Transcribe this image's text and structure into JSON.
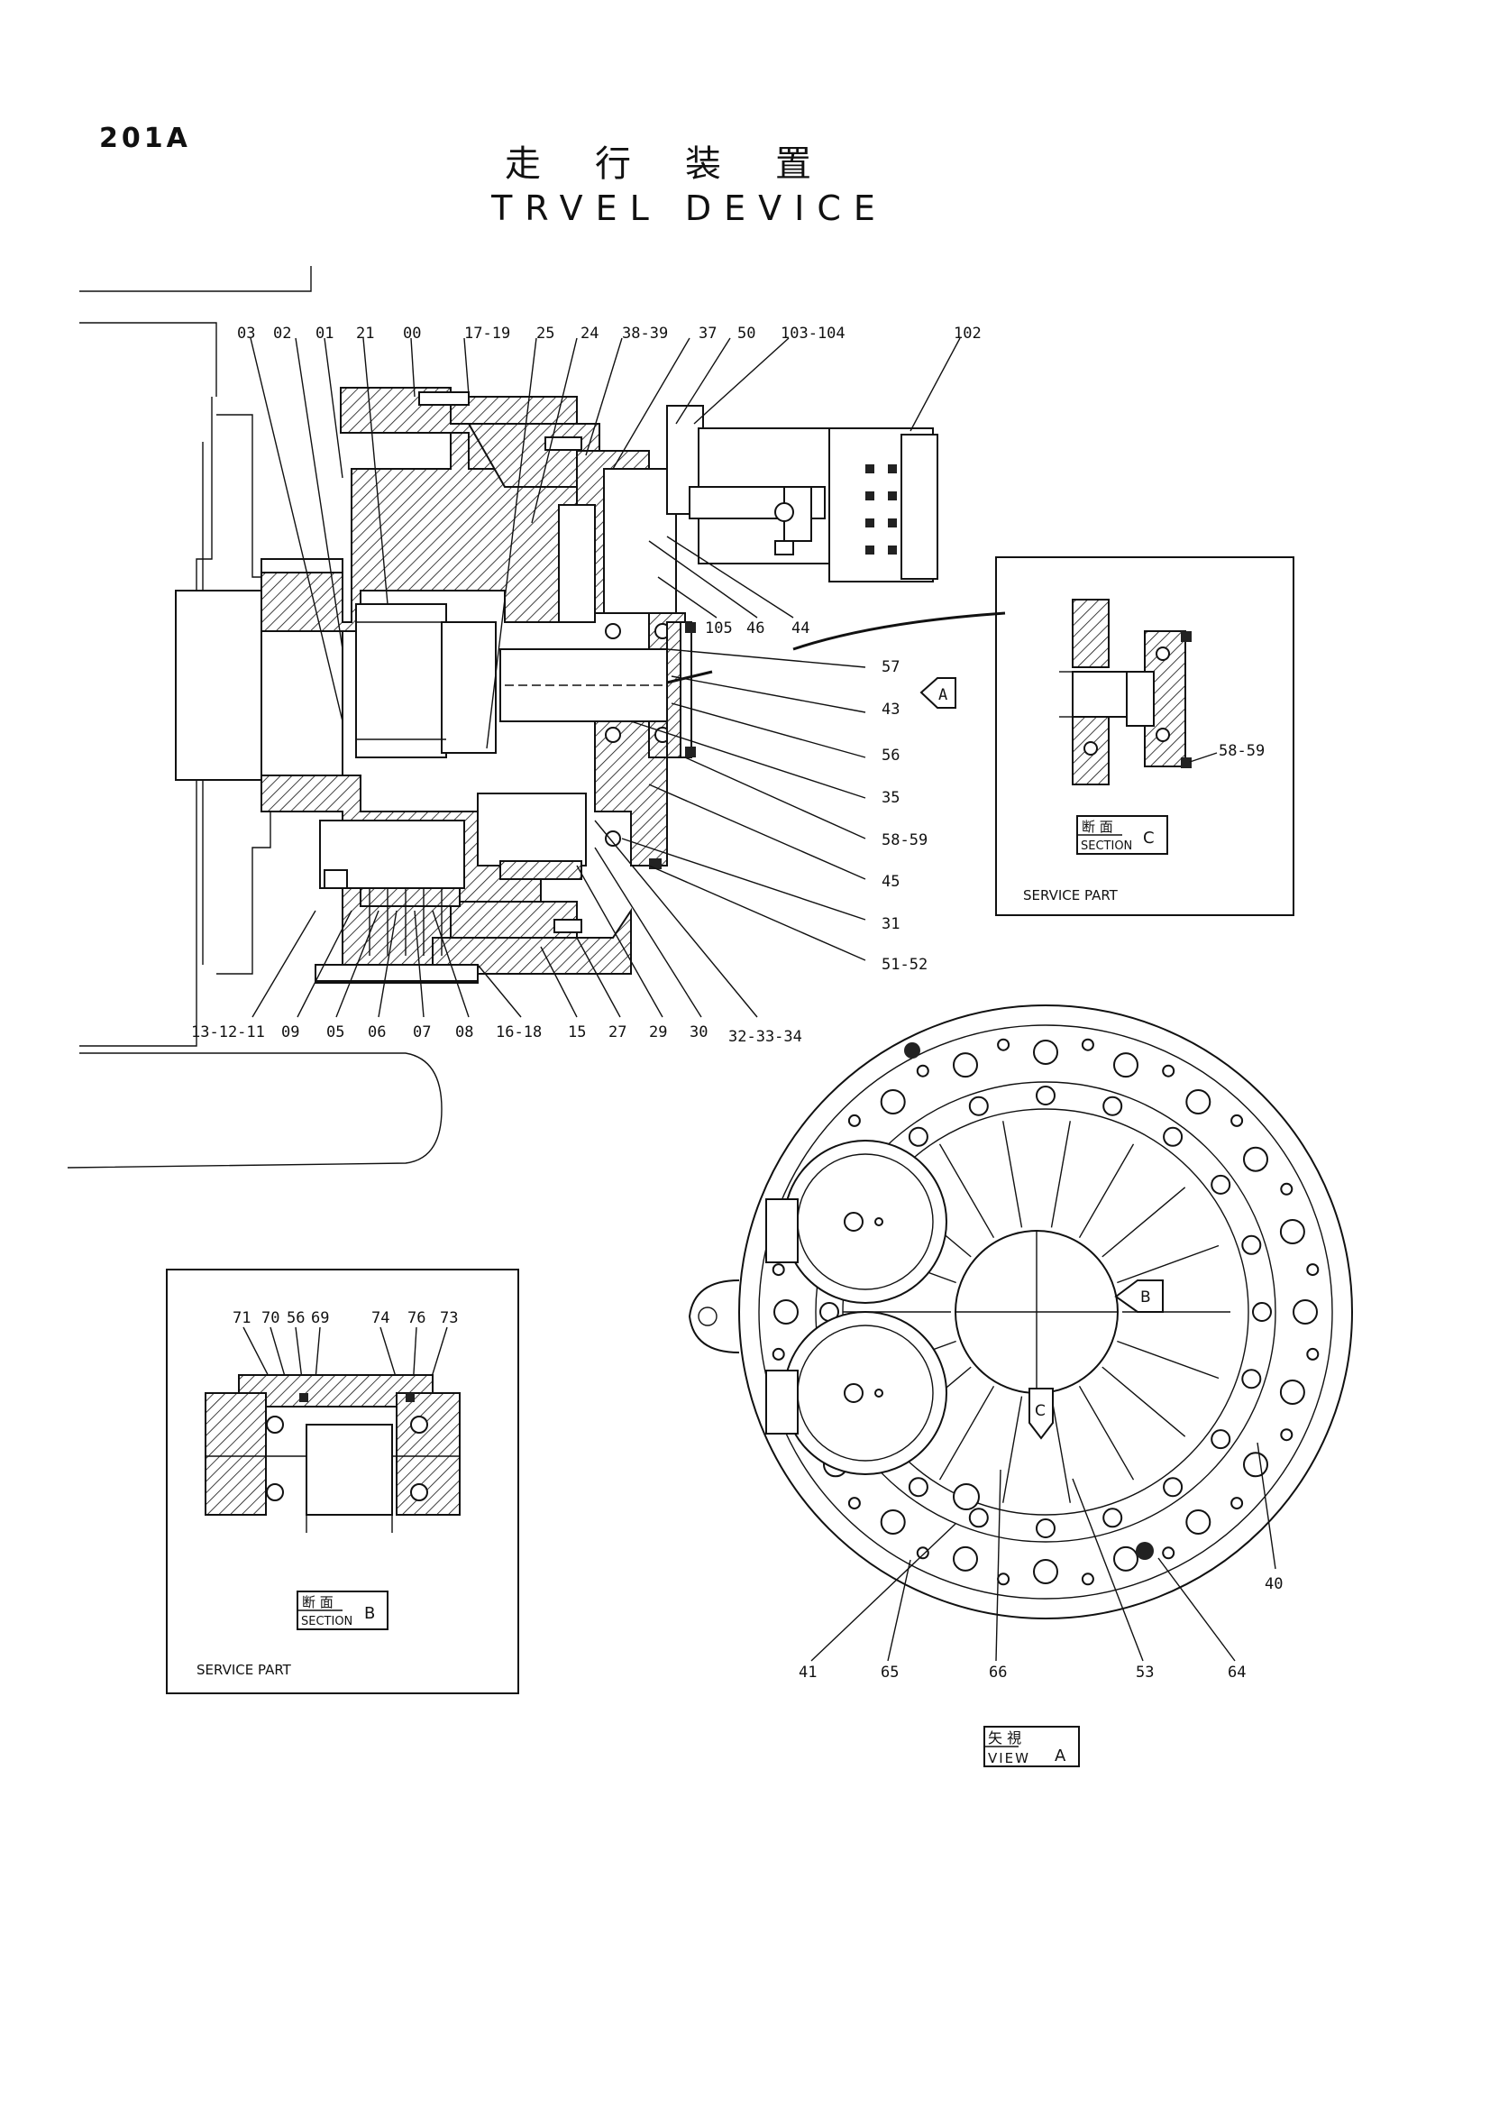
{
  "header": {
    "page_code": "201A",
    "title_jp": "走　行　装　置",
    "title_en": "TRVEL DEVICE"
  },
  "main_labels": {
    "top": [
      "03",
      "02",
      "01",
      "21",
      "00",
      "17-19",
      "25",
      "24",
      "38-39",
      "37",
      "50",
      "103-104",
      "102"
    ],
    "mid": [
      "105",
      "46",
      "44"
    ],
    "right": [
      "57",
      "43",
      "56",
      "35",
      "58-59",
      "45",
      "31",
      "51-52"
    ],
    "bottom": [
      "13-12-11",
      "09",
      "05",
      "06",
      "07",
      "08",
      "16-18",
      "15",
      "27",
      "29",
      "30",
      "32-33-34"
    ]
  },
  "section_c": {
    "part_label": "58-59",
    "title_jp": "断 面",
    "title_en": "SECTION",
    "letter": "C",
    "caption": "SERVICE PART"
  },
  "section_b": {
    "labels": [
      "71",
      "70",
      "56",
      "69",
      "74",
      "76",
      "73"
    ],
    "title_jp": "断 面",
    "title_en": "SECTION",
    "letter": "B",
    "caption": "SERVICE PART"
  },
  "view_a": {
    "labels": [
      "40",
      "41",
      "65",
      "66",
      "53",
      "64"
    ],
    "marker_b": "B",
    "marker_c": "C",
    "title_jp": "矢 視",
    "title_en": "VIEW",
    "letter": "A"
  },
  "arrow_a": "A"
}
